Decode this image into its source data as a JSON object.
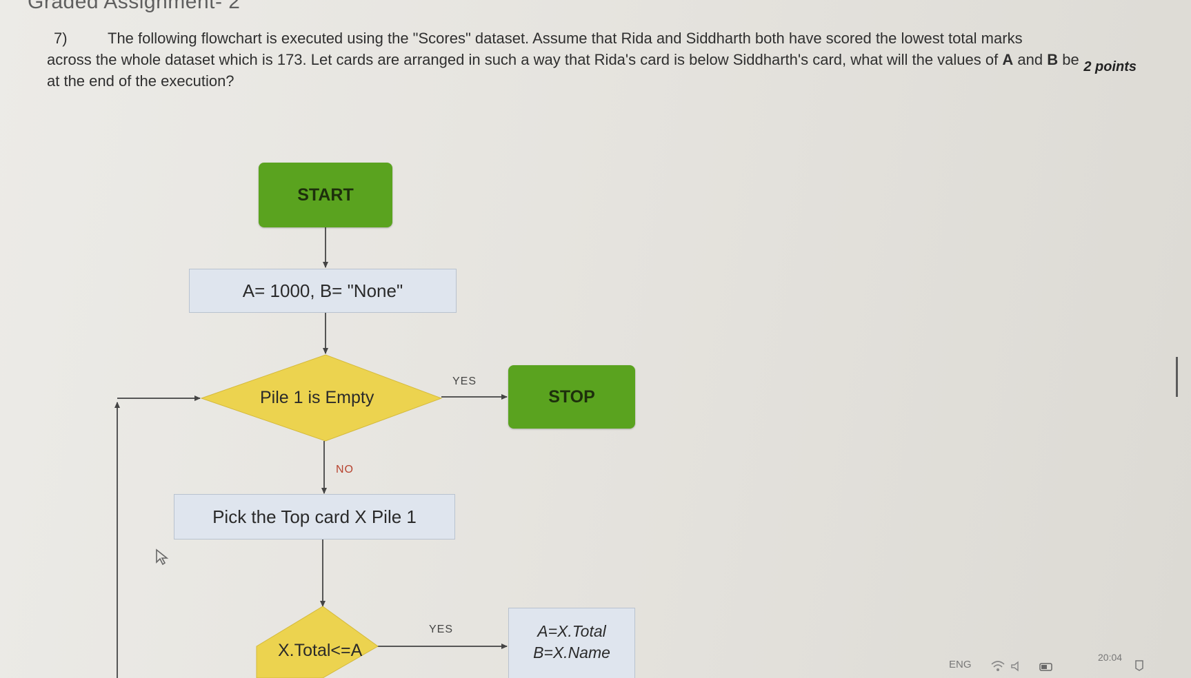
{
  "header": {
    "title": "Graded Assignment- 2"
  },
  "question": {
    "number": "7)",
    "line1": "The following flowchart is executed using the \"Scores\" dataset. Assume that Rida and Siddharth both have scored the lowest total marks",
    "line2": "across the whole dataset which is 173. Let cards are arranged in such a way that Rida's card is below Siddharth's card, what will the values of",
    "line2_a": "A",
    "line2_and": "and",
    "line2_b": "B",
    "line2_end": "be",
    "line3": "at the end of the execution?",
    "points": "2 points"
  },
  "flowchart": {
    "start_label": "START",
    "init_label": "A= 1000, B= \"None\"",
    "decision1_label": "Pile 1 is Empty",
    "decision1_yes": "YES",
    "decision1_no": "NO",
    "stop_label": "STOP",
    "pick_label": "Pick the Top card X Pile 1",
    "decision2_label": "X.Total<=A",
    "decision2_yes": "YES",
    "assign_line1": "A=X.Total",
    "assign_line2": "B=X.Name"
  },
  "taskbar": {
    "language": "ENG",
    "time": "20:04"
  },
  "colors": {
    "terminal_green": "#5aa31f",
    "decision_yellow": "#ecd34f",
    "process_fill": "#dfe5ee"
  },
  "icons": [
    "mouse-pointer-icon",
    "wifi-icon",
    "volume-icon",
    "battery-icon",
    "notification-icon"
  ]
}
